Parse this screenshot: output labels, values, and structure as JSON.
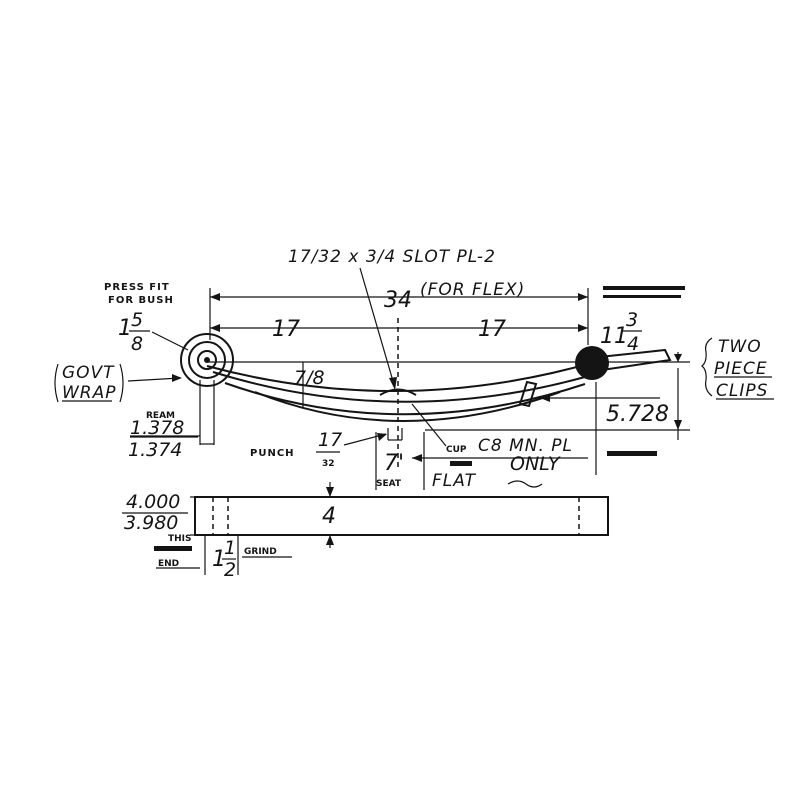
{
  "callouts": {
    "slot": "17/32 x 3/4 SLOT PL-2",
    "for_flex": "(FOR FLEX)",
    "press_fit_1": "PRESS FIT",
    "press_fit_2": "FOR BUSH",
    "govt_1": "GOVT",
    "govt_2": "WRAP",
    "two_1": "TWO",
    "two_2": "PIECE",
    "two_3": "CLIPS",
    "ream": "REAM",
    "punch": "PUNCH",
    "cup": "CUP",
    "cup_spec": "C8 MN. PL",
    "only": "ONLY",
    "seat": "SEAT",
    "flat": "FLAT",
    "this": "THIS",
    "end": "END",
    "grind": "GRIND"
  },
  "dimensions": {
    "overall": "34",
    "left_half": "17",
    "right_half": "17",
    "eye_num": "1",
    "eye_frac_top": "5",
    "eye_frac_bot": "8",
    "right_whole": "11",
    "right_frac_top": "3",
    "right_frac_bot": "4",
    "arch": "7/8",
    "camber": "5.728",
    "ream_max": "1.378",
    "ream_min": "1.374",
    "punch_num": "17",
    "punch_den": "32",
    "seat_len": "7'",
    "width": "4",
    "width_max": "4.000",
    "width_min": "3.980",
    "grind_whole": "1",
    "grind_top": "1",
    "grind_bot": "2"
  }
}
